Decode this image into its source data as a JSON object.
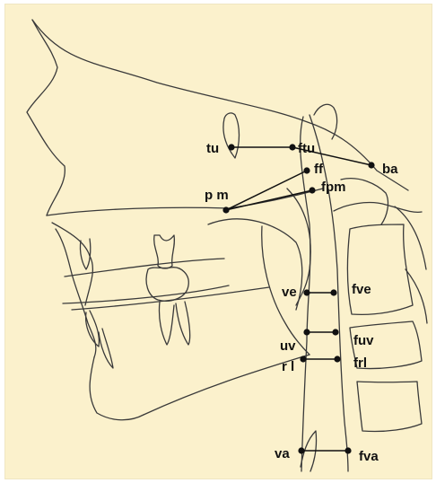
{
  "figure": {
    "background_color": "#fbf1cc",
    "drawing_color": "#3a3a3a",
    "landmark_color": "#111111",
    "landmarks": [
      {
        "id": "tu",
        "label": "tu"
      },
      {
        "id": "ftu",
        "label": "ftu"
      },
      {
        "id": "ff",
        "label": "ff"
      },
      {
        "id": "ba",
        "label": "ba"
      },
      {
        "id": "fpm",
        "label": "fpm"
      },
      {
        "id": "pm",
        "label": "p m"
      },
      {
        "id": "ve",
        "label": "ve"
      },
      {
        "id": "fve",
        "label": "fve"
      },
      {
        "id": "uv",
        "label": "uv"
      },
      {
        "id": "fuv",
        "label": "fuv"
      },
      {
        "id": "rl",
        "label": "r l"
      },
      {
        "id": "frl",
        "label": "frl"
      },
      {
        "id": "va",
        "label": "va"
      },
      {
        "id": "fva",
        "label": "fva"
      }
    ]
  }
}
